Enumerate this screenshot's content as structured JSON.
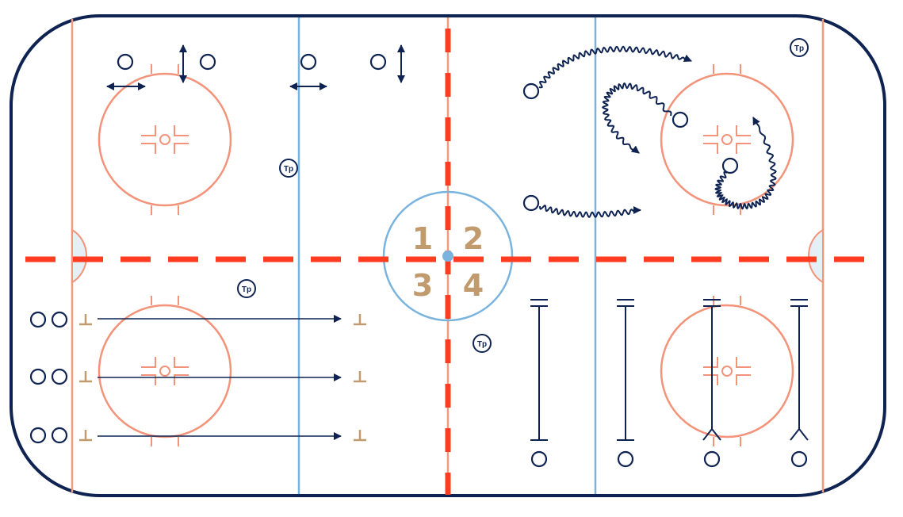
{
  "zone_labels": [
    "1",
    "2",
    "3",
    "4"
  ],
  "tp_labels": [
    "Tp",
    "Tp",
    "Tp",
    "Tp"
  ],
  "colors": {
    "board": "#0f2352",
    "red_line": "#ff3b22",
    "center_line": "#f09a7e",
    "circle": "#f2937a",
    "blue_line": "#7ab4de",
    "crease": "#e6eef6",
    "zone_number": "#c19a6e",
    "player": "#0f2352",
    "cone": "#c19a6e"
  }
}
